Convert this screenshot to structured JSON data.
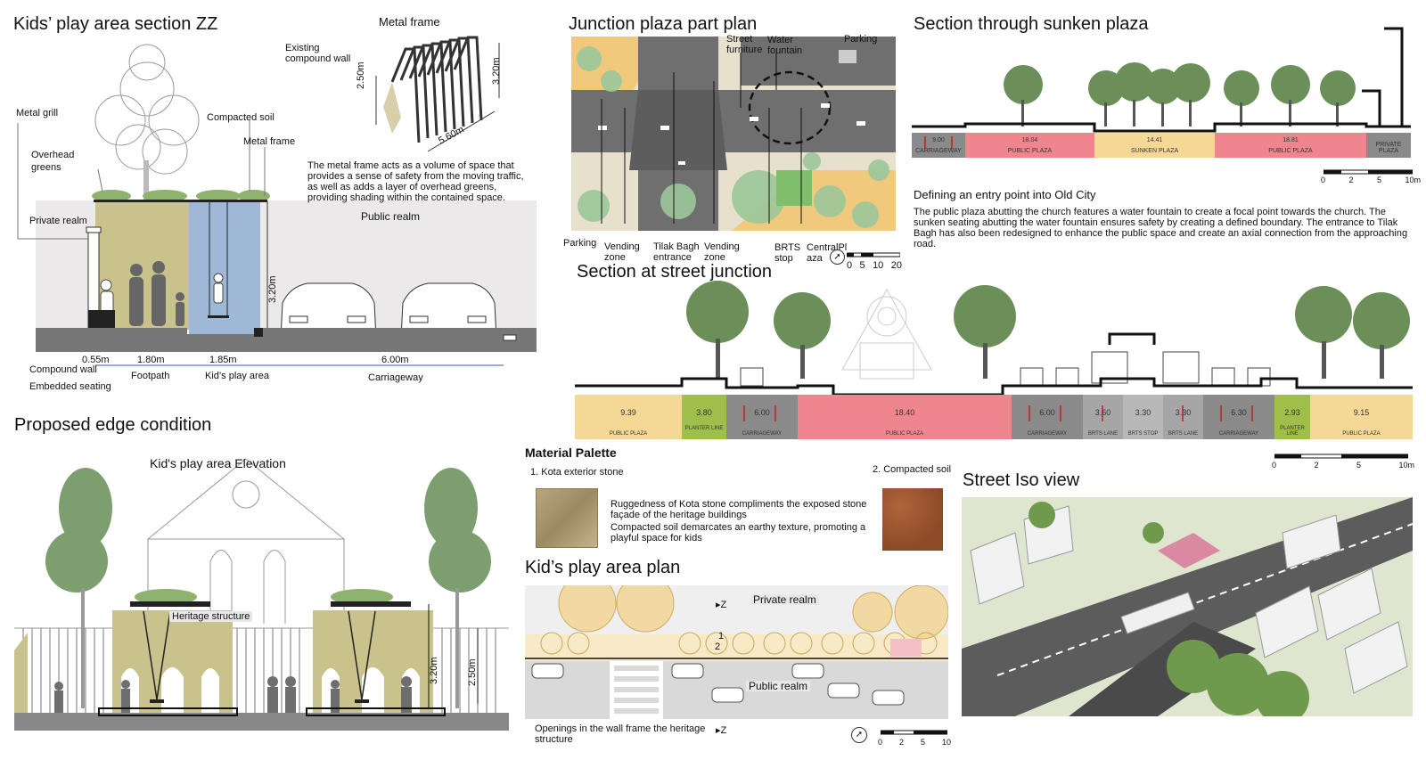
{
  "section_zz": {
    "title": "Kids’ play area section ZZ",
    "metal_frame_title": "Metal frame",
    "existing_wall": "Existing compound wall",
    "dim_250": "2.50m",
    "dim_320": "3.20m",
    "dim_560": "5.60m",
    "frame_desc": "The metal frame acts as a volume of space that provides a sense of safety from the moving traffic, as well as adds a layer of overhead greens, providing shading within the contained space.",
    "metal_grill": "Metal grill",
    "compacted_soil": "Compacted soil",
    "metal_frame": "Metal frame",
    "overhead_greens": "Overhead greens",
    "private_realm": "Private realm",
    "public_realm": "Public realm",
    "dim_section_320": "3.20m",
    "dims": [
      "0.55m",
      "1.80m",
      "1.85m",
      "6.00m"
    ],
    "compound_wall": "Compound wall",
    "embedded_seating": "Embedded seating",
    "footpath": "Footpath",
    "kids_play_area": "Kid’s play area",
    "carriageway": "Carriageway"
  },
  "junction_plan": {
    "title": "Junction plaza part plan",
    "labels_top": [
      "Street furniture",
      "Water fountain",
      "Parking"
    ],
    "labels_bottom": [
      "Parking",
      "Vending zone",
      "Tilak Bagh entrance",
      "Vending zone",
      "BRTS stop",
      "CentralPl aza"
    ],
    "scale": [
      "0",
      "5",
      "10",
      "20"
    ]
  },
  "sunken_section": {
    "title": "Section through sunken plaza",
    "zones": [
      {
        "value": "9.00",
        "label": "CARRIAGEWAY"
      },
      {
        "value": "18.04",
        "label": "PUBLIC PLAZA"
      },
      {
        "value": "14.41",
        "label": "SUNKEN PLAZA"
      },
      {
        "value": "18.81",
        "label": "PUBLIC PLAZA"
      },
      {
        "value": "",
        "label": "PRIVATE PLAZA"
      }
    ],
    "scale": [
      "0",
      "2",
      "5",
      "10m"
    ],
    "subtitle": "Defining an entry point into Old City",
    "desc": "The public plaza abutting the church features a water fountain to create a focal point towards the church. The sunken seating abutting the water fountain ensures safety by creating a defined boundary. The entrance to Tilak Bagh has also been redesigned to enhance the public space and create an axial connection from the approaching road."
  },
  "junction_section": {
    "title": "Section at street junction",
    "zones": [
      {
        "value": "9.39",
        "label": "PUBLIC PLAZA"
      },
      {
        "value": "3.80",
        "label": "PLANTER LINE"
      },
      {
        "value": "6.00",
        "label": "CARRIAGEWAY"
      },
      {
        "value": "18.40",
        "label": "PUBLIC PLAZA"
      },
      {
        "value": "6.00",
        "label": "CARRIAGEWAY"
      },
      {
        "value": "3.60",
        "label": "BRTS LANE"
      },
      {
        "value": "3.30",
        "label": "BRTS STOP"
      },
      {
        "value": "3.30",
        "label": "BRTS LANE"
      },
      {
        "value": "6.30",
        "label": "CARRIAGEWAY"
      },
      {
        "value": "2.93",
        "label": "PLANTER LINE"
      },
      {
        "value": "9.15",
        "label": "PUBLIC PLAZA"
      }
    ],
    "scale": [
      "0",
      "2",
      "5",
      "10m"
    ]
  },
  "edge": {
    "title": "Proposed edge condition",
    "elevation_title": "Kid's play area Elevation",
    "heritage": "Heritage structure",
    "dim_320": "3.20m",
    "dim_250": "2.50m"
  },
  "palette": {
    "title": "Material Palette",
    "item1": "1. Kota exterior stone",
    "item2": "2. Compacted soil",
    "desc1": "Ruggedness of Kota stone compliments the exposed stone façade of the heritage buildings",
    "desc2": "Compacted soil demarcates an earthy texture, promoting a playful space for kids"
  },
  "play_plan": {
    "title": "Kid’s play area plan",
    "z_top": "Z",
    "z_bottom": "Z",
    "private_realm": "Private realm",
    "public_realm": "Public realm",
    "n1": "1",
    "n2": "2",
    "openings": "Openings in the wall frame the heritage structure",
    "scale": [
      "0",
      "2",
      "5",
      "10"
    ]
  },
  "iso": {
    "title": "Street Iso view"
  }
}
